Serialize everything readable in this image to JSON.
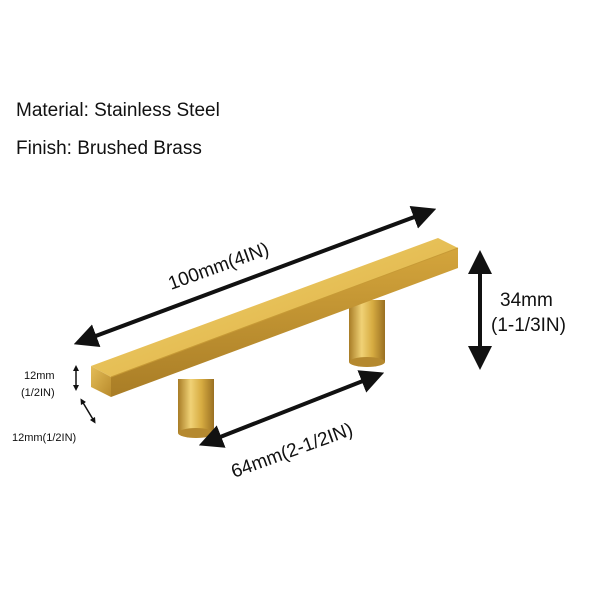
{
  "specs": {
    "material": "Material: Stainless Steel",
    "finish": "Finish: Brushed Brass"
  },
  "dimensions": {
    "length": "100mm(4IN)",
    "center_to_center": "64mm(2-1/2IN)",
    "height_mm": "34mm",
    "height_in": "(1-1/3IN)",
    "bar_height_mm": "12mm",
    "bar_height_in": "(1/2IN)",
    "bar_width": "12mm(1/2IN)"
  },
  "colors": {
    "brass_light": "#e8c25a",
    "brass_mid": "#c99a32",
    "brass_dark": "#9a7222",
    "arrow": "#111111"
  },
  "product": {
    "type": "T-bar cabinet handle"
  }
}
